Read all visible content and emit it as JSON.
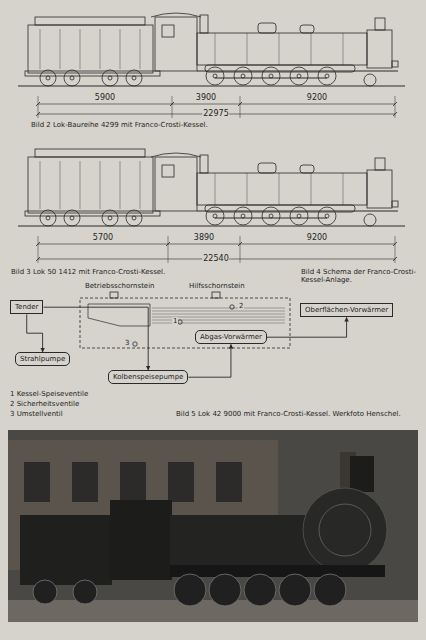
{
  "diagram": {
    "nodes": [
      {
        "text": [
          "Tender"
        ]
      },
      {
        "text": [
          "Oberflächen-Vorwärmer"
        ]
      },
      {
        "text": [
          "Abgas-Vorwärmer"
        ]
      },
      {
        "text": [
          "Strahlpumpe"
        ]
      },
      {
        "text": [
          "Kolbenspeisepumpe"
        ]
      }
    ],
    "edges": [
      {
        "from": 0,
        "to": 3,
        "arrow": "to"
      },
      {
        "from": 0,
        "to": 4,
        "arrow": "to"
      },
      {
        "from": 4,
        "to": 2,
        "arrow": "to"
      },
      {
        "from": 2,
        "to": 1,
        "arrow": "to"
      }
    ],
    "labels": [
      "5900",
      "3900",
      "9200",
      "22975",
      "Bild 2 Lok-Baureihe 4299 mit Franco-Crosti-Kessel.",
      "5700",
      "3890",
      "9200",
      "22540",
      "Bild 3 Lok 50 1412 mit Franco-Crosti-Kessel.",
      "Bild 4 Schema der Franco-Crosti-Kessel-Anlage.",
      "Betriebsschornstein",
      "Hilfsschornstein",
      "1",
      "2",
      "3",
      "Bild 5 Lok 42 9000 mit Franco-Crosti-Kessel. Werkfoto Henschel."
    ],
    "legend": [
      {
        "text": "1 Kessel-Speiseventile"
      },
      {
        "text": "2 Sicherheitsventile"
      },
      {
        "text": "3 Umstellventil"
      }
    ]
  }
}
